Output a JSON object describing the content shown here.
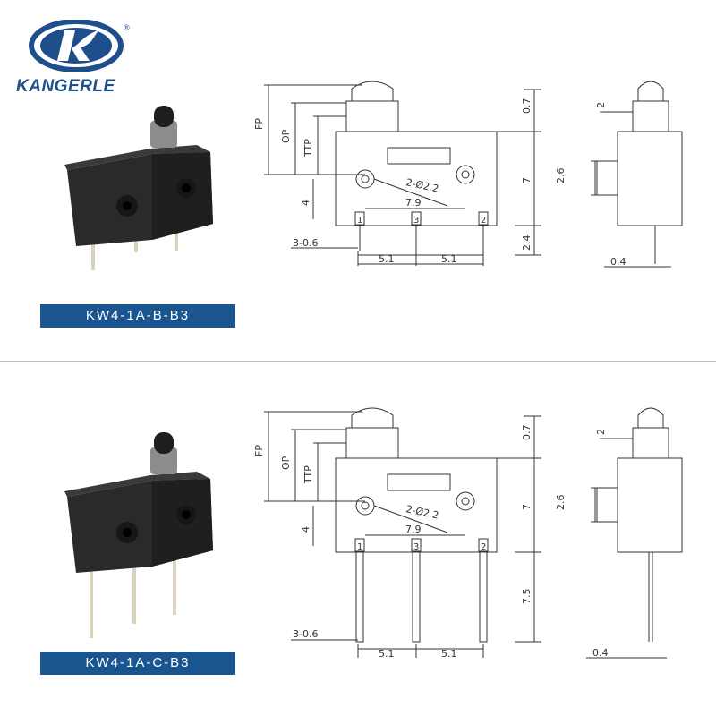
{
  "brand": {
    "name": "KANGERLE",
    "registered": "®"
  },
  "colors": {
    "brand_blue": "#1a5590",
    "line": "#333333",
    "product_body": "#2a2a2a"
  },
  "products": [
    {
      "model": "KW4-1A-B-B3",
      "dims": {
        "fp": "FP",
        "op": "OP",
        "ttp": "TTP",
        "top_offset": "0.7",
        "body_height": "7",
        "pin_length": "2.4",
        "hole_height": "4",
        "holes": "2-Ø2.2",
        "hole_spacing": "7.9",
        "pin_width": "3-0.6",
        "pin_pitch_1": "5.1",
        "pin_pitch_2": "5.1",
        "side_width": "2",
        "side_height": "2.6",
        "side_pin": "0.4"
      },
      "pins": [
        "1",
        "3",
        "2"
      ]
    },
    {
      "model": "KW4-1A-C-B3",
      "dims": {
        "fp": "FP",
        "op": "OP",
        "ttp": "TTP",
        "top_offset": "0.7",
        "body_height": "7",
        "pin_length": "7.5",
        "hole_height": "4",
        "holes": "2-Ø2.2",
        "hole_spacing": "7.9",
        "pin_width": "3-0.6",
        "pin_pitch_1": "5.1",
        "pin_pitch_2": "5.1",
        "side_width": "2",
        "side_height": "2.6",
        "side_pin": "0.4"
      },
      "pins": [
        "1",
        "3",
        "2"
      ]
    }
  ]
}
